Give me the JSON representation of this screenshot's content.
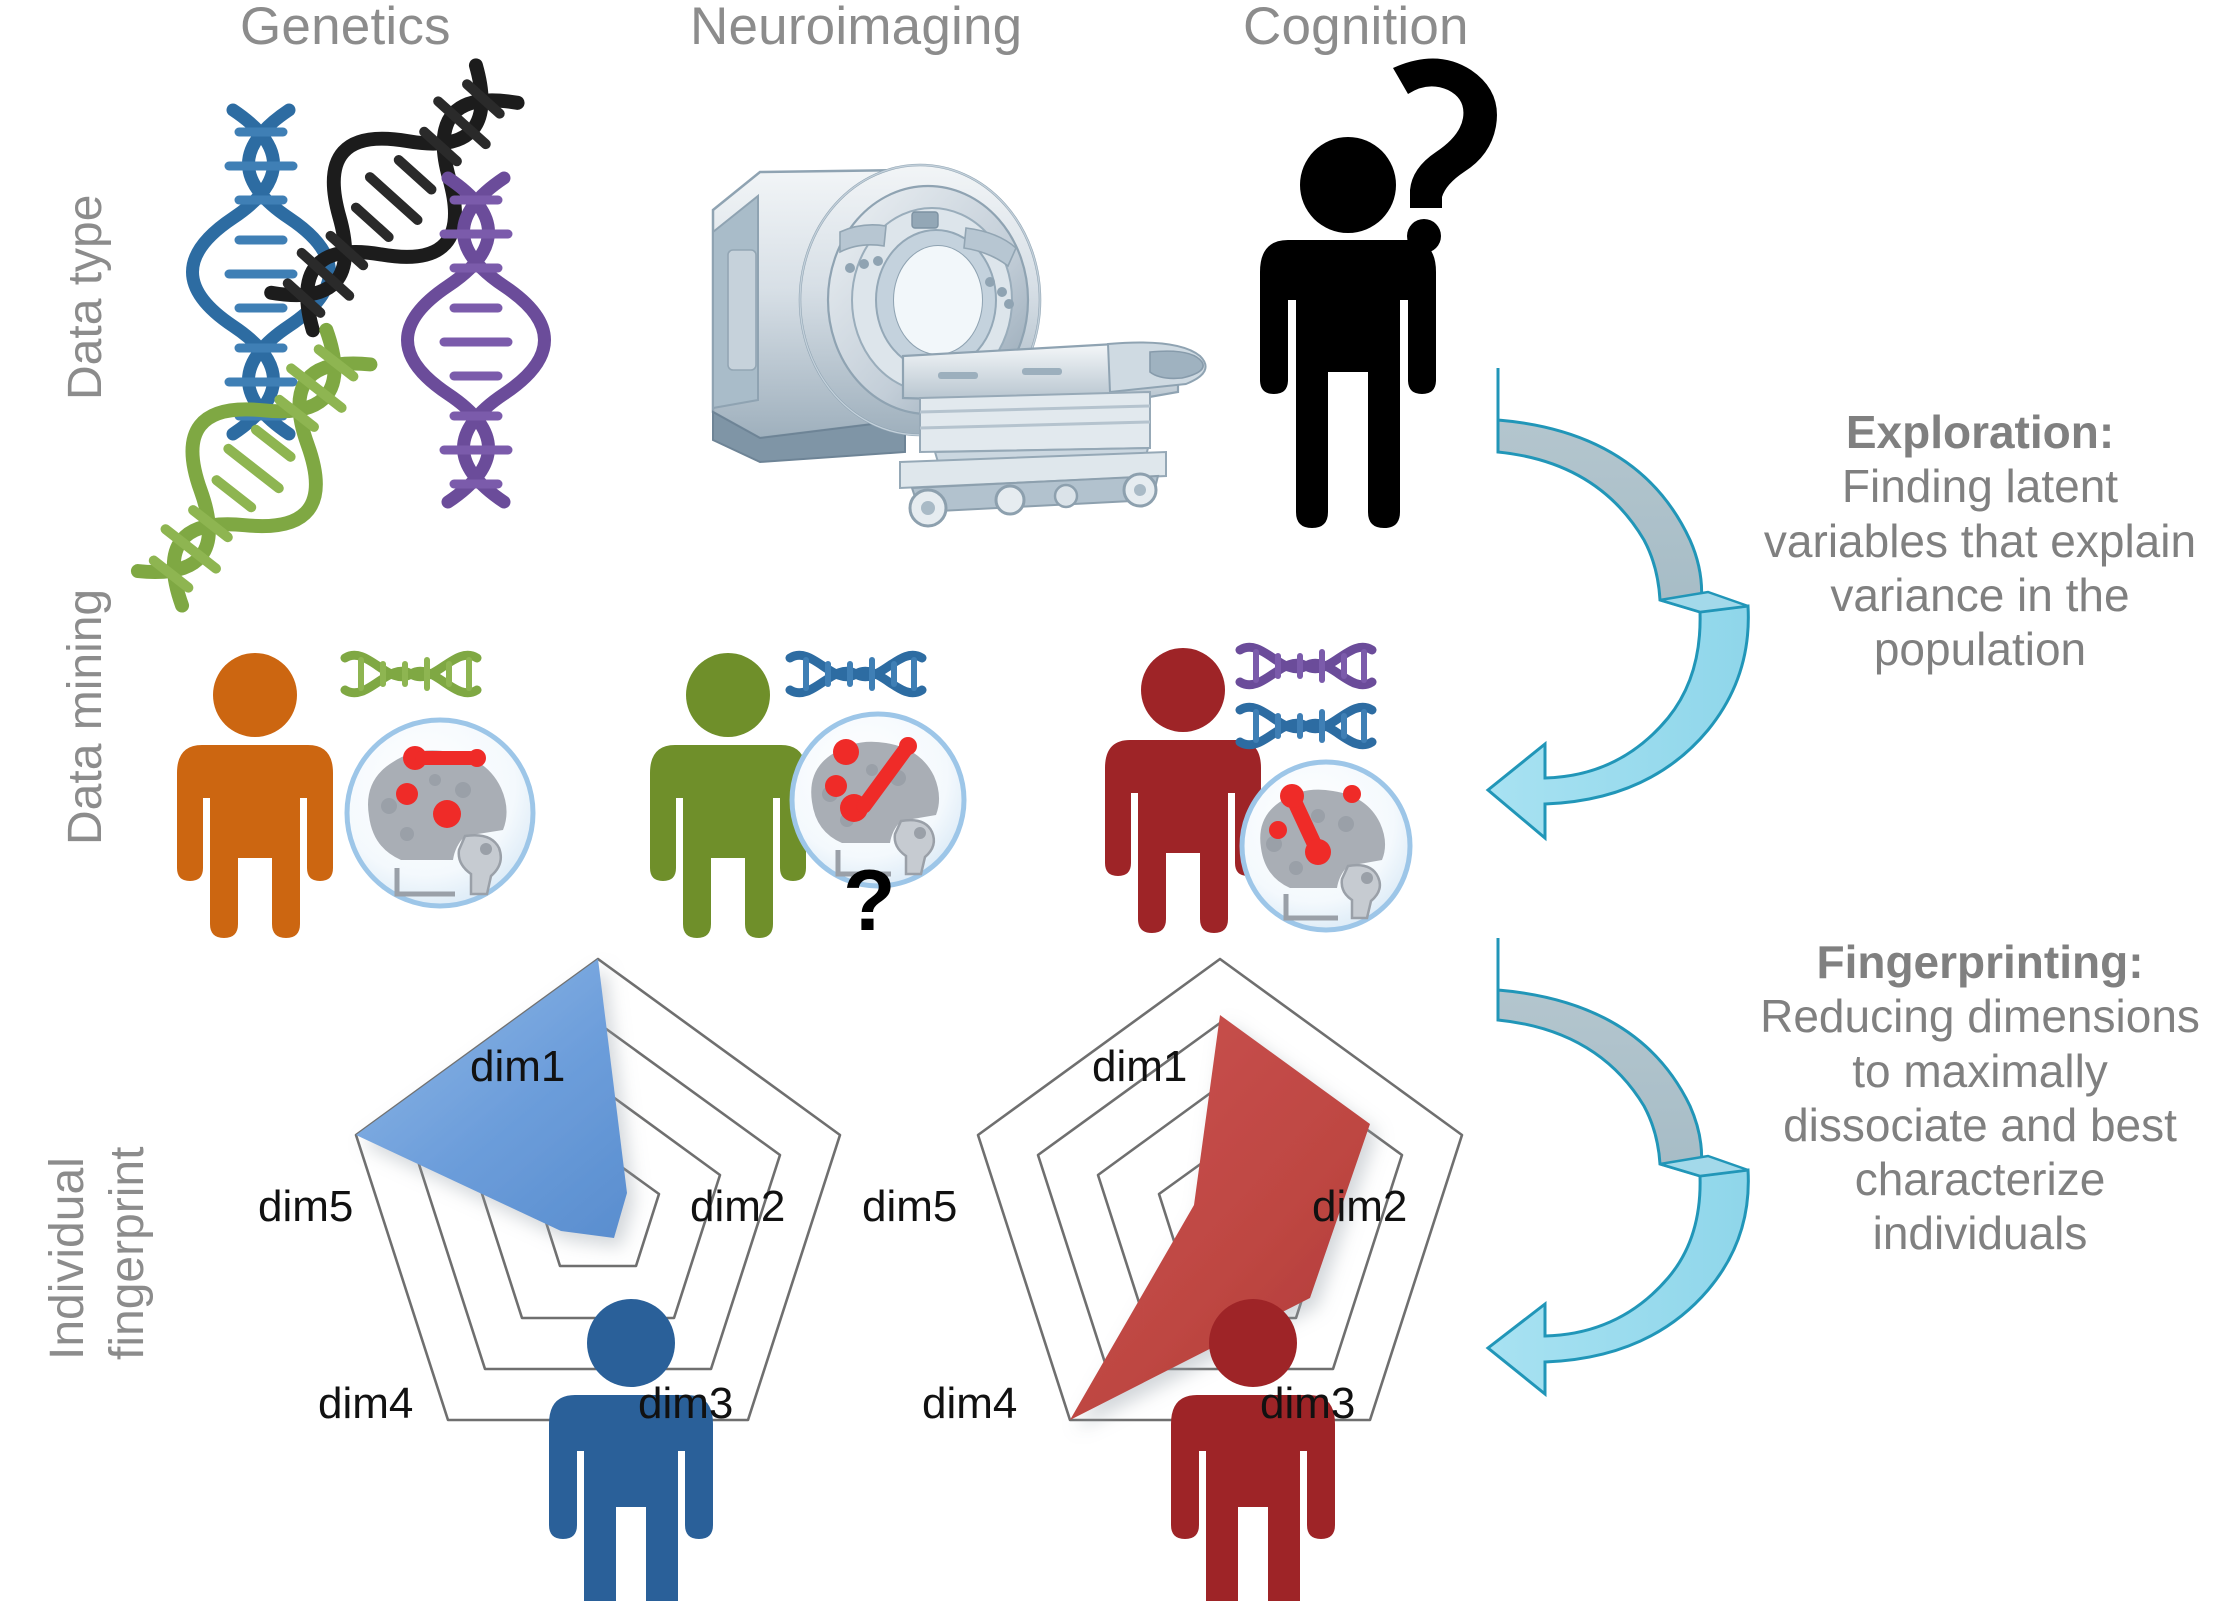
{
  "columns": [
    {
      "id": "genetics",
      "label": "Genetics"
    },
    {
      "id": "neuroimaging",
      "label": "Neuroimaging"
    },
    {
      "id": "cognition",
      "label": "Cognition"
    }
  ],
  "rows": [
    {
      "id": "data-type",
      "label": "Data type"
    },
    {
      "id": "data-mining",
      "label": "Data mining"
    },
    {
      "id": "individual-fingerprint",
      "label_line1": "Individual",
      "label_line2": "fingerprint"
    }
  ],
  "annotations": [
    {
      "id": "exploration",
      "lead": "Exploration:",
      "body": "Finding latent variables that explain variance in the population"
    },
    {
      "id": "fingerprinting",
      "lead": "Fingerprinting:",
      "body": "Reducing dimensions to maximally dissociate and best characterize individuals"
    }
  ],
  "data_type_row": {
    "genetics": {
      "icon": "dna-helix-cluster",
      "helices": [
        {
          "name": "dna-helix-blue",
          "color": "#2d6ca2"
        },
        {
          "name": "dna-helix-black",
          "color": "#1c1c1c"
        },
        {
          "name": "dna-helix-purple",
          "color": "#6b4c9a"
        },
        {
          "name": "dna-helix-green",
          "color": "#7fa843"
        }
      ]
    },
    "neuroimaging": {
      "icon": "mri-scanner",
      "color": "#b9c7d2"
    },
    "cognition": {
      "icon": "person-with-question-mark",
      "color": "#000000",
      "question_mark": "?"
    }
  },
  "data_mining_row": {
    "subjects": [
      {
        "id": "subject-orange",
        "person_color": "#cc6611",
        "dna": [
          {
            "name": "dna-strand-green",
            "color": "#7fa843"
          }
        ],
        "brain_icon": "brain-activation-icon",
        "question_mark": null
      },
      {
        "id": "subject-green",
        "person_color": "#6f8f2a",
        "dna": [
          {
            "name": "dna-strand-blue",
            "color": "#2d6ca2"
          }
        ],
        "brain_icon": "brain-activation-icon",
        "question_mark": "?"
      },
      {
        "id": "subject-red",
        "person_color": "#9e2427",
        "dna": [
          {
            "name": "dna-strand-purple",
            "color": "#6b4c9a"
          },
          {
            "name": "dna-strand-blue",
            "color": "#2d6ca2"
          }
        ],
        "brain_icon": "brain-activation-icon",
        "question_mark": null
      }
    ]
  },
  "arrows": [
    {
      "id": "arrow-exploration",
      "direction": "u-turn-left",
      "head_color": "#9ddcee",
      "tail_color": "#aec4cc",
      "outline_color": "#2196b8"
    },
    {
      "id": "arrow-fingerprinting",
      "direction": "u-turn-left",
      "head_color": "#9ddcee",
      "tail_color": "#aec4cc",
      "outline_color": "#2196b8"
    }
  ],
  "chart_data": [
    {
      "id": "radar-blue",
      "type": "radar",
      "title": "",
      "person_color": "#2a6099",
      "fill_color": "#6d9edb",
      "grid_color": "#6f6f6f",
      "rings": 4,
      "categories": [
        "dim1",
        "dim2",
        "dim3",
        "dim4",
        "dim5"
      ],
      "values": [
        1.0,
        0.12,
        0.1,
        0.15,
        1.0
      ],
      "rlim": [
        0,
        1
      ],
      "grid": true,
      "legend": "none",
      "occluded_labels": [
        "dim3"
      ]
    },
    {
      "id": "radar-red",
      "type": "radar",
      "title": "",
      "person_color": "#9e2427",
      "fill_color": "#c24a46",
      "grid_color": "#6f6f6f",
      "rings": 4,
      "categories": [
        "dim1",
        "dim2",
        "dim3",
        "dim4",
        "dim5"
      ],
      "values": [
        0.78,
        0.62,
        0.6,
        1.0,
        0.1
      ],
      "rlim": [
        0,
        1
      ],
      "grid": true,
      "legend": "none",
      "occluded_labels": [
        "dim3"
      ]
    }
  ]
}
